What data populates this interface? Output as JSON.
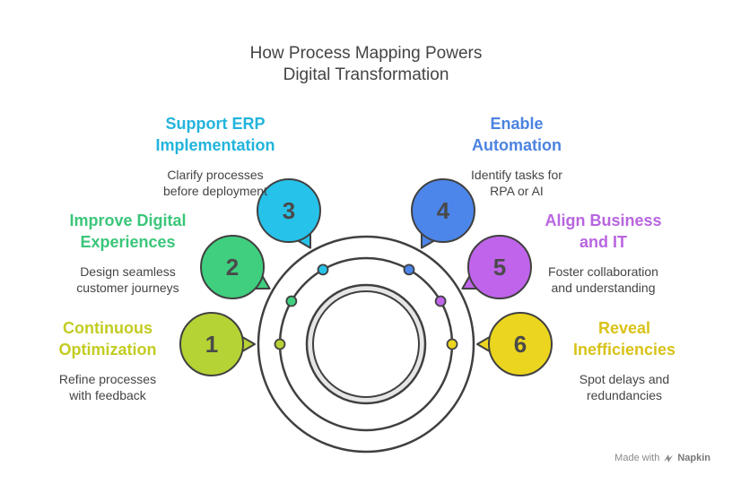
{
  "title": {
    "line1": "How Process Mapping Powers",
    "line2": "Digital Transformation"
  },
  "items": [
    {
      "number": "1",
      "heading": [
        "Continuous",
        "Optimization"
      ],
      "description": [
        "Refine processes",
        "with feedback"
      ],
      "color": "#b5d334"
    },
    {
      "number": "2",
      "heading": [
        "Improve Digital",
        "Experiences"
      ],
      "description": [
        "Design seamless",
        "customer journeys"
      ],
      "color": "#3fcf7f"
    },
    {
      "number": "3",
      "heading": [
        "Support ERP",
        "Implementation"
      ],
      "description": [
        "Clarify processes",
        "before deployment"
      ],
      "color": "#27c2ea"
    },
    {
      "number": "4",
      "heading": [
        "Enable",
        "Automation"
      ],
      "description": [
        "Identify tasks for",
        "RPA or AI"
      ],
      "color": "#4d86ea"
    },
    {
      "number": "5",
      "heading": [
        "Align Business",
        "and IT"
      ],
      "description": [
        "Foster collaboration",
        "and understanding"
      ],
      "color": "#c064ec"
    },
    {
      "number": "6",
      "heading": [
        "Reveal",
        "Inefficiencies"
      ],
      "description": [
        "Spot delays and",
        "redundancies"
      ],
      "color": "#ebd51e"
    }
  ],
  "footer": {
    "made_with": "Made with",
    "brand": "Napkin",
    "logo_icon": "napkin-logo-icon"
  }
}
